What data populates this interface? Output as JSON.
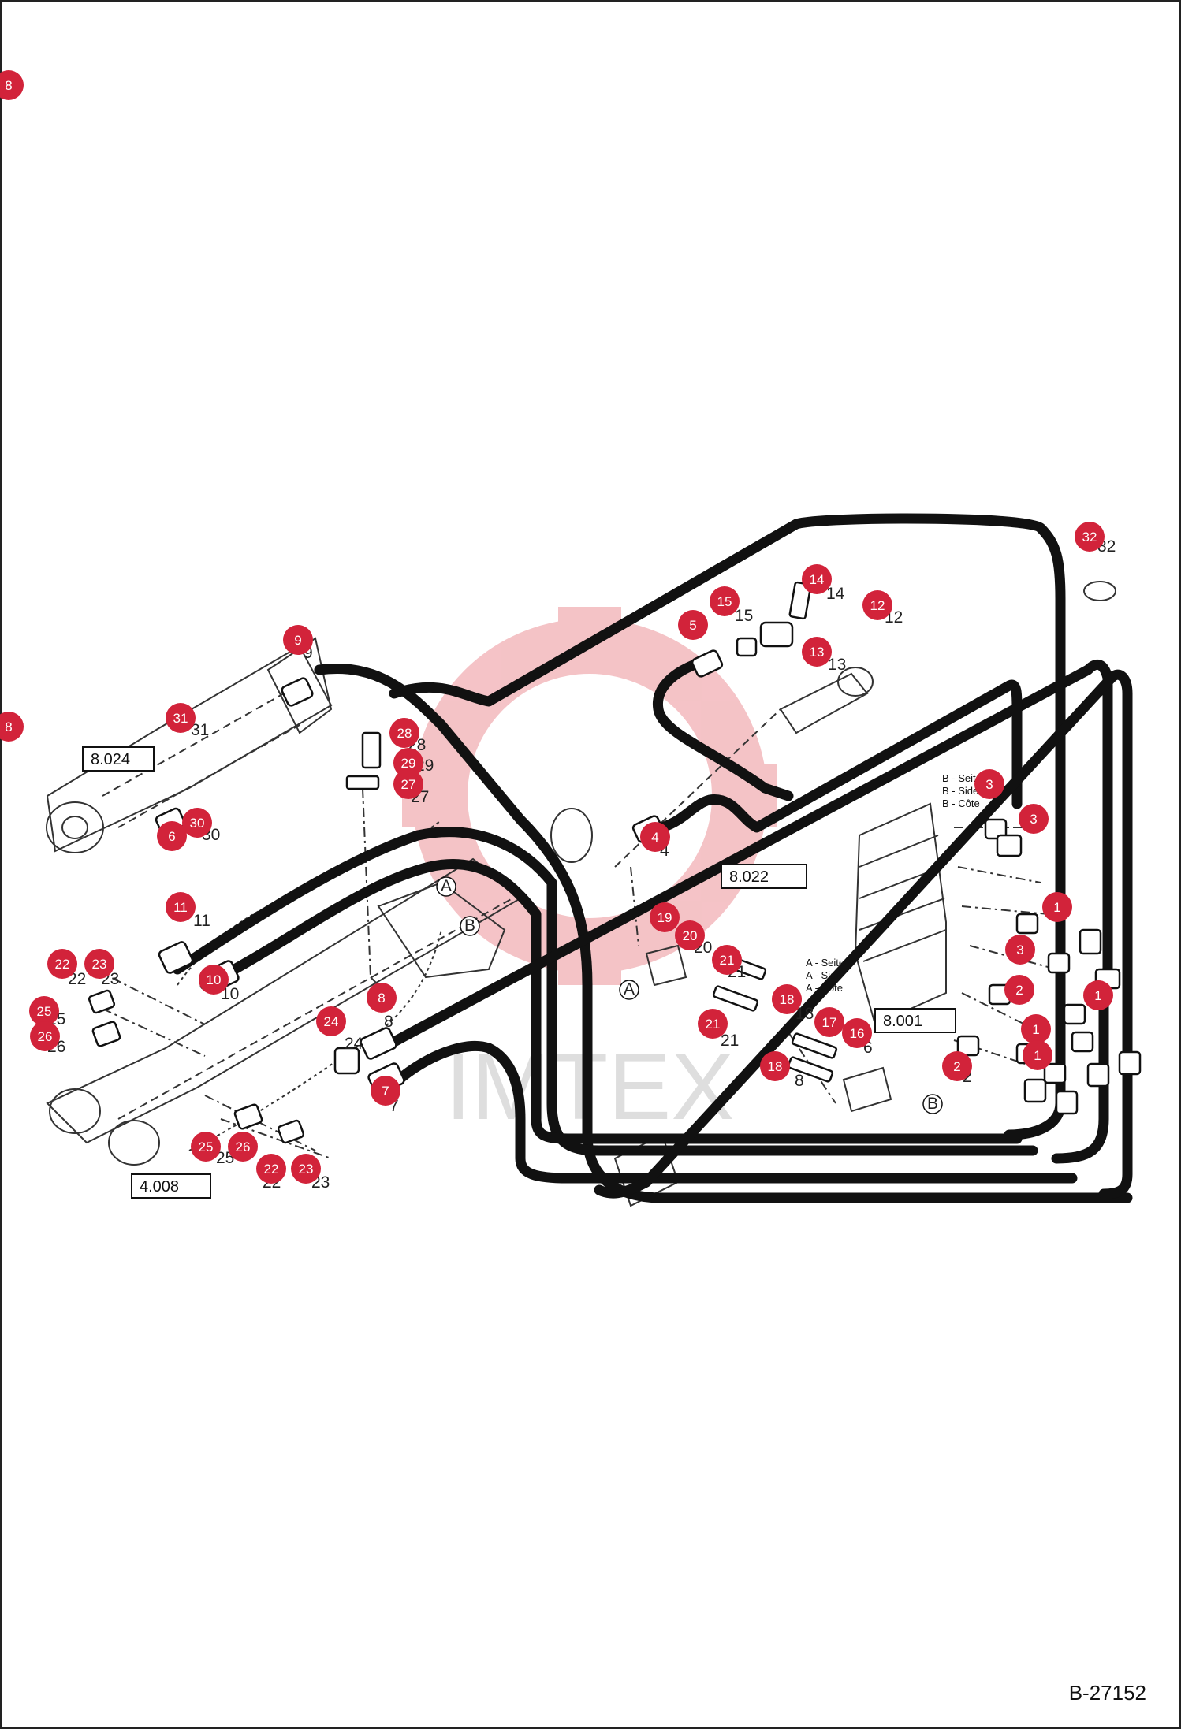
{
  "document": {
    "code": "B-27152"
  },
  "colors": {
    "callout": "#d2233a",
    "hose": "#111111",
    "watermark": "#f3b9bd",
    "watermark_text": "#d9d9d9"
  },
  "watermark": {
    "text": "IMTEX"
  },
  "reference_boxes": [
    "8.024",
    "8.022",
    "8.001",
    "4.008"
  ],
  "side_labels": {
    "b_side": [
      "B - Seite",
      "B - Side",
      "B - Côte"
    ],
    "a_side": [
      "A - Seite",
      "A - Side",
      "A - Côte"
    ]
  },
  "connector_markers": [
    "A",
    "B",
    "A",
    "B"
  ],
  "callouts": [
    "8",
    "8",
    "32",
    "14",
    "12",
    "15",
    "5",
    "13",
    "9",
    "31",
    "28",
    "29",
    "27",
    "30",
    "6",
    "4",
    "3",
    "3",
    "1",
    "1",
    "3",
    "11",
    "19",
    "20",
    "21",
    "10",
    "22",
    "23",
    "25",
    "26",
    "18",
    "17",
    "16",
    "21",
    "24",
    "8",
    "2",
    "1",
    "2",
    "7",
    "18",
    "1",
    "25",
    "26",
    "22",
    "23"
  ],
  "item_numbers": [
    "32",
    "14",
    "12",
    "5",
    "15",
    "13",
    "9",
    "31",
    "28",
    "29",
    "27",
    "30",
    "6",
    "4",
    "1",
    "11",
    "20",
    "21",
    "10",
    "22",
    "23",
    "25",
    "26",
    "8",
    "6",
    "24",
    "18",
    "21",
    "8",
    "7",
    "2",
    "25",
    "22",
    "23"
  ]
}
